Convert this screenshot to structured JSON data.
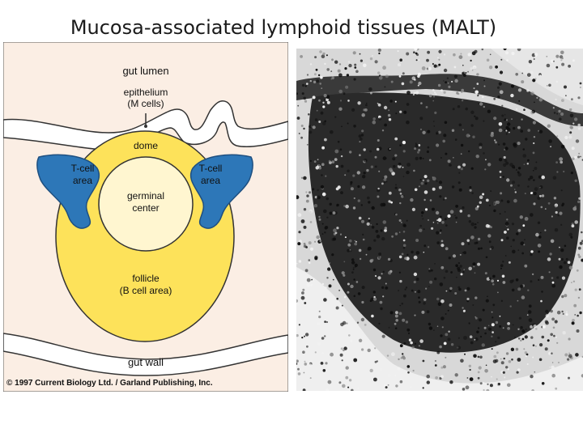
{
  "slide": {
    "title": "Mucosa-associated lymphoid tissues (MALT)"
  },
  "diagram": {
    "labels": {
      "gut_lumen": "gut lumen",
      "epithelium_line1": "epithelium",
      "epithelium_line2": "(M cells)",
      "dome": "dome",
      "tcell_left_line1": "T-cell",
      "tcell_left_line2": "area",
      "tcell_right_line1": "T-cell",
      "tcell_right_line2": "area",
      "germinal_line1": "germinal",
      "germinal_line2": "center",
      "follicle_line1": "follicle",
      "follicle_line2": "(B cell area)",
      "gut_wall": "gut wall",
      "copyright": "© 1997 Current Biology Ltd. / Garland Publishing, Inc."
    },
    "colors": {
      "lumen": "#fbeee4",
      "wall": "#fbeee4",
      "epithelium_band": "#ffffff",
      "follicle": "#fde25a",
      "germinal_center": "#fff6d0",
      "tcell_area": "#2d77b8",
      "outline": "#333333"
    }
  },
  "micrograph": {
    "description_icon": "histology-micrograph-image",
    "colors": {
      "background": "#d8d8d8",
      "tissue_dark": "#1c1c1c",
      "tissue_mid": "#6a6a6a",
      "connective": "#efefef"
    }
  }
}
